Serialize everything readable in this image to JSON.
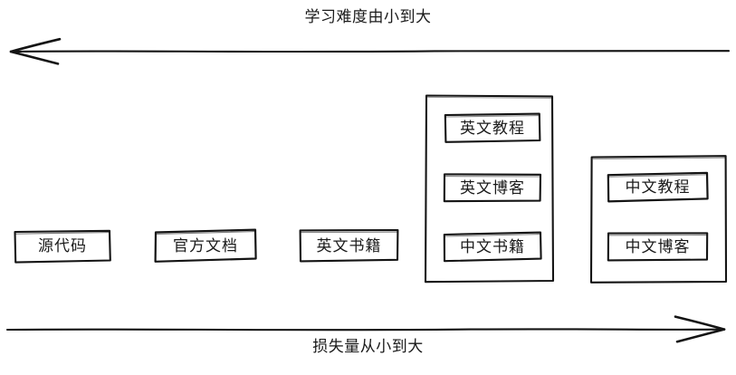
{
  "diagram": {
    "title_top": "学习难度由小到大",
    "title_bottom": "损失量从小到大",
    "stroke_color": "#141414",
    "background_color": "#ffffff",
    "top_arrow": {
      "name": "leftward-arrow",
      "direction": "left",
      "label": "学习难度由小到大"
    },
    "bottom_arrow": {
      "name": "rightward-arrow",
      "direction": "right",
      "label": "损失量从小到大"
    },
    "columns": [
      {
        "id": "col-1",
        "grouped": false,
        "items": [
          {
            "label": "源代码"
          }
        ]
      },
      {
        "id": "col-2",
        "grouped": false,
        "items": [
          {
            "label": "官方文档"
          }
        ]
      },
      {
        "id": "col-3",
        "grouped": false,
        "items": [
          {
            "label": "英文书籍"
          }
        ]
      },
      {
        "id": "col-4",
        "grouped": true,
        "items": [
          {
            "label": "英文教程"
          },
          {
            "label": "英文博客"
          },
          {
            "label": "中文书籍"
          }
        ]
      },
      {
        "id": "col-5",
        "grouped": true,
        "items": [
          {
            "label": "中文教程"
          },
          {
            "label": "中文博客"
          }
        ]
      }
    ]
  }
}
